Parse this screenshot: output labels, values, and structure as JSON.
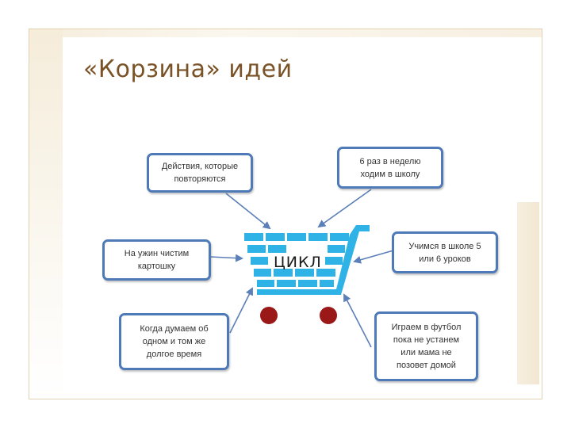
{
  "slide": {
    "title": "«Корзина» идей"
  },
  "diagram": {
    "center_label": "ЦИКЛ",
    "boxes": [
      {
        "id": "top-left",
        "text": "Действия, которые\nповторяются"
      },
      {
        "id": "top-right",
        "text": "6 раз в неделю\nходим в школу"
      },
      {
        "id": "mid-left",
        "text": "На ужин чистим\nкартошку"
      },
      {
        "id": "mid-right",
        "text": "Учимся в школе 5\nили 6 уроков"
      },
      {
        "id": "bottom-left",
        "text": "Когда думаем об\nодном и том же\nдолгое время"
      },
      {
        "id": "bottom-right",
        "text": "Играем в футбол\nпока не устанем\nили мама не\nпозовет домой"
      }
    ],
    "colors": {
      "box_border": "#4e7ab8",
      "cart": "#2fb2e6",
      "wheels": "#9a1818",
      "arrows": "#5b7fb8",
      "title": "#7a5226"
    }
  }
}
